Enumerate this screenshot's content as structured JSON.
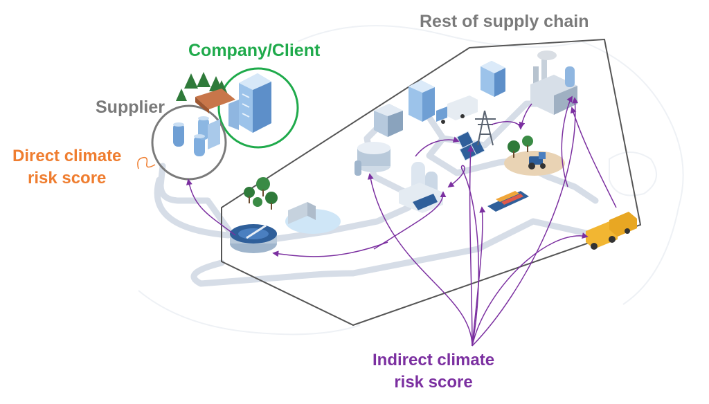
{
  "labels": {
    "rest_of_supply_chain": "Rest of supply chain",
    "company_client": "Company/Client",
    "supplier": "Supplier",
    "direct_score_line1": "Direct climate",
    "direct_score_line2": "risk score",
    "indirect_score_line1": "Indirect climate",
    "indirect_score_line2": "risk score"
  },
  "colors": {
    "rest_of_supply_chain": "#7a7a7a",
    "company_client": "#1faa4b",
    "supplier": "#7a7a7a",
    "direct_score": "#ef7d2f",
    "indirect_score": "#7b2fa0",
    "boundary": "#555555",
    "road": "#d3dae4",
    "building": "#6f9fd4",
    "building_dark": "#2f5f9a",
    "tree": "#2f7a3a"
  },
  "icons": [
    "forest-icon",
    "lumber-icon",
    "office-building-icon",
    "silo-factory-icon",
    "office-building-icon",
    "warehouse-icon",
    "truck-icon",
    "factory-icon",
    "power-plant-icon",
    "solar-panel-icon",
    "power-pylon-icon",
    "tractor-farm-icon",
    "tank-icon",
    "storage-tanks-icon",
    "cargo-ship-icon",
    "tree-icon",
    "dam-icon",
    "water-treatment-icon",
    "mining-truck-icon"
  ]
}
